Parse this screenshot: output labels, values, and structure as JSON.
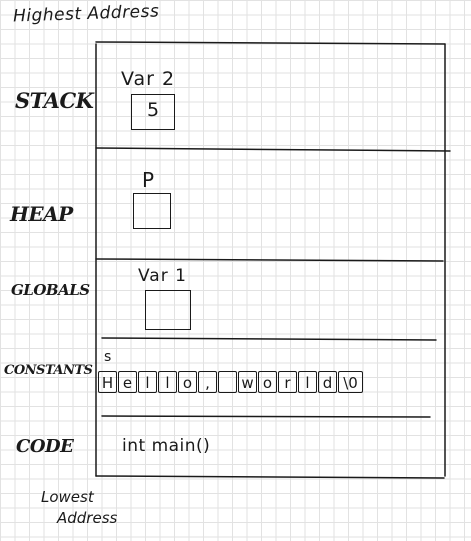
{
  "labels": {
    "highest_address": "Highest Address",
    "lowest_address_line1": "Lowest",
    "lowest_address_line2": "Address"
  },
  "segments": {
    "stack": "STACK",
    "heap": "HEAP",
    "globals": "GLOBALS",
    "constants": "CONSTANTS",
    "code": "CODE"
  },
  "stack_var": {
    "name": "Var 2",
    "value": "5"
  },
  "heap_var": {
    "name": "P"
  },
  "globals_var": {
    "name": "Var 1"
  },
  "constants_var": {
    "name": "s",
    "chars": [
      "H",
      "e",
      "l",
      "l",
      "o",
      ",",
      " ",
      "w",
      "o",
      "r",
      "l",
      "d",
      "\\0"
    ]
  },
  "code_text": "int main()"
}
